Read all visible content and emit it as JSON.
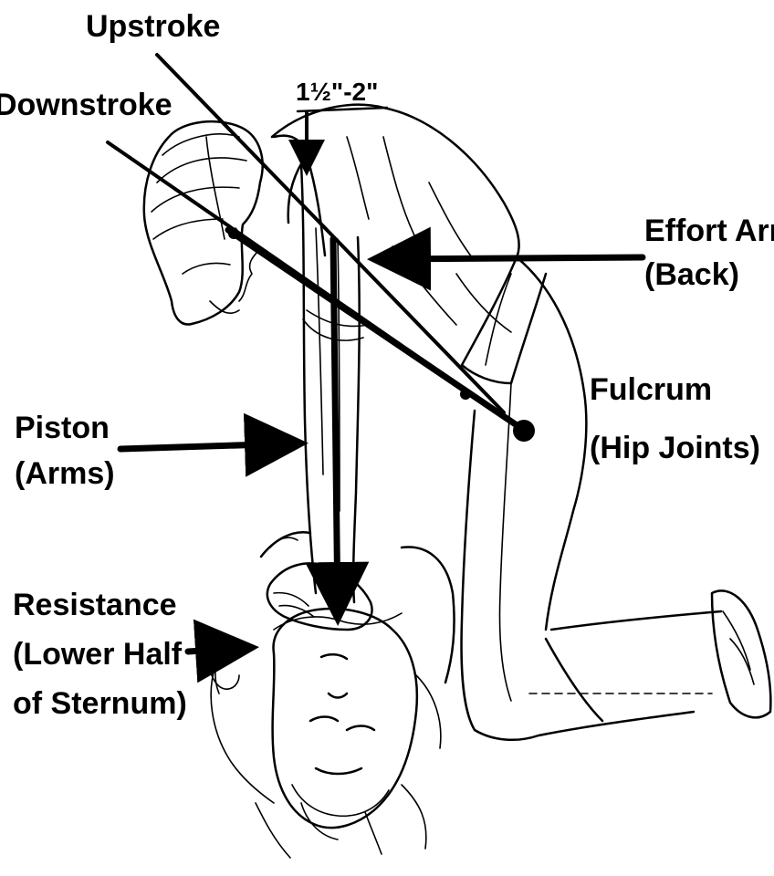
{
  "labels": {
    "upstroke": "Upstroke",
    "downstroke": "Downstroke",
    "depth": "1½\"-2\"",
    "effort_arm_line1": "Effort Arm",
    "effort_arm_line2": "(Back)",
    "fulcrum_line1": "Fulcrum",
    "fulcrum_line2": "(Hip Joints)",
    "piston_line1": "Piston",
    "piston_line2": "(Arms)",
    "resistance_line1": "Resistance",
    "resistance_line2": "(Lower Half",
    "resistance_line3": "of Sternum)"
  }
}
